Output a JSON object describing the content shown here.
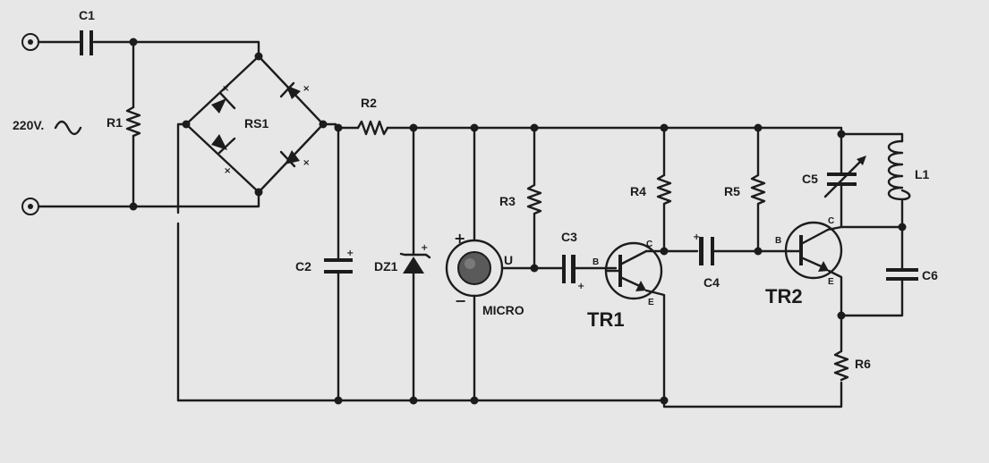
{
  "labels": {
    "c1": "C1",
    "r1": "R1",
    "voltage": "220V.",
    "rs1": "RS1",
    "r2": "R2",
    "c2": "C2",
    "dz1": "DZ1",
    "micro": "MICRO",
    "micro_u": "U",
    "micro_plus": "+",
    "micro_minus": "−",
    "r3": "R3",
    "c3": "C3",
    "tr1": "TR1",
    "r4": "R4",
    "c4": "C4",
    "r5": "R5",
    "tr2": "TR2",
    "c5": "C5",
    "l1": "L1",
    "c6": "C6",
    "r6": "R6",
    "pin_b": "B",
    "pin_c": "C",
    "pin_e": "E",
    "plus": "+"
  },
  "components": [
    "C1",
    "R1",
    "RS1",
    "R2",
    "C2",
    "DZ1",
    "MICRO",
    "R3",
    "C3",
    "TR1",
    "R4",
    "C4",
    "R5",
    "TR2",
    "C5",
    "L1",
    "C6",
    "R6"
  ]
}
